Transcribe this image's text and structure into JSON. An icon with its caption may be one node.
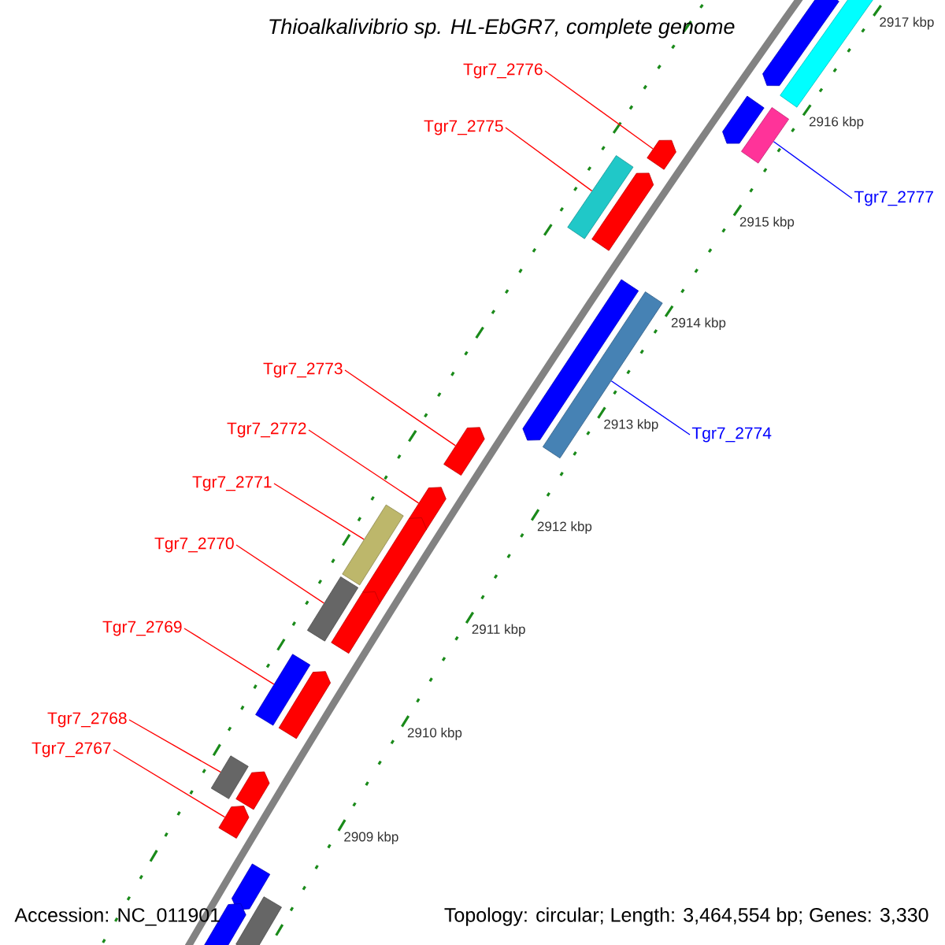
{
  "diagram": {
    "title": "Thioalkalivibrio sp. HL-EbGR7, complete genome",
    "nodes": [
      {
        "text": [
          "Tgr7_2776"
        ]
      },
      {
        "text": [
          "Tgr7_2775"
        ]
      },
      {
        "text": [
          "Tgr7_2777"
        ]
      },
      {
        "text": [
          "Tgr7_2773"
        ]
      },
      {
        "text": [
          "Tgr7_2772"
        ]
      },
      {
        "text": [
          "Tgr7_2774"
        ]
      },
      {
        "text": [
          "Tgr7_2771"
        ]
      },
      {
        "text": [
          "Tgr7_2770"
        ]
      },
      {
        "text": [
          "Tgr7_2769"
        ]
      },
      {
        "text": [
          "Tgr7_2768"
        ]
      },
      {
        "text": [
          "Tgr7_2767"
        ]
      },
      {
        "text": [],
        "shape": "bar"
      },
      {
        "text": [],
        "shape": "box"
      },
      {
        "text": [],
        "shape": "bar"
      },
      {
        "text": [],
        "shape": "box"
      },
      {
        "text": [],
        "shape": "bar"
      },
      {
        "text": [],
        "shape": "box"
      },
      {
        "text": [],
        "shape": "bar"
      },
      {
        "text": [],
        "shape": "bar"
      },
      {
        "text": [],
        "shape": "box"
      },
      {
        "text": [],
        "shape": "bar"
      },
      {
        "text": [],
        "shape": "bar"
      },
      {
        "text": [],
        "shape": "box"
      },
      {
        "text": [],
        "shape": "bar"
      },
      {
        "text": [],
        "shape": "box"
      },
      {
        "text": [],
        "shape": "bar"
      },
      {
        "text": [],
        "shape": "box"
      },
      {
        "text": [],
        "shape": "bar"
      },
      {
        "text": [],
        "shape": "box"
      },
      {
        "text": [],
        "shape": "bar"
      },
      {
        "text": [],
        "shape": "bar"
      },
      {
        "text": [],
        "shape": "bar"
      },
      {
        "text": [],
        "shape": "box"
      },
      {
        "text": [],
        "shape": "bar"
      }
    ],
    "edges": [
      {
        "from": 0,
        "to": 15,
        "arrow": "none"
      },
      {
        "from": 1,
        "to": 16,
        "arrow": "none"
      },
      {
        "from": 2,
        "to": 14,
        "arrow": "none",
        "color": "#0000ff"
      },
      {
        "from": 3,
        "to": 20,
        "arrow": "none"
      },
      {
        "from": 4,
        "to": 21,
        "arrow": "none"
      },
      {
        "from": 5,
        "to": 19,
        "arrow": "none",
        "color": "#0000ff"
      },
      {
        "from": 6,
        "to": 22,
        "arrow": "none"
      },
      {
        "from": 7,
        "to": 24,
        "arrow": "none"
      },
      {
        "from": 8,
        "to": 26,
        "arrow": "none"
      },
      {
        "from": 9,
        "to": 28,
        "arrow": "none"
      },
      {
        "from": 10,
        "to": 30,
        "arrow": "none"
      }
    ],
    "labels": [
      "2917 kbp",
      "2916 kbp",
      "2915 kbp",
      "2914 kbp",
      "2913 kbp",
      "2912 kbp",
      "2911 kbp",
      "2910 kbp",
      "2909 kbp",
      "Accession: NC_011901",
      "Topology: circular; Length: 3,464,554 bp; Genes: 3,330"
    ]
  }
}
